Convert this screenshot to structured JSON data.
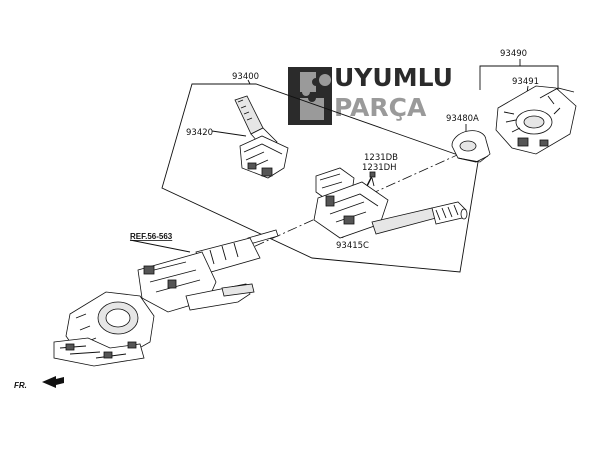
{
  "brand": {
    "word1": "UYUMLU",
    "word2": "PARÇA"
  },
  "callouts": {
    "assy_main": "93400",
    "wiper_switch": "93420",
    "bolt_a": "1231DB",
    "bolt_b": "1231DH",
    "light_switch": "93415C",
    "clock_spring_assy": "93490",
    "clock_spring_part": "93491",
    "angle_sensor": "93480A",
    "column_ref": "REF.56-563",
    "front_marker": "FR."
  }
}
